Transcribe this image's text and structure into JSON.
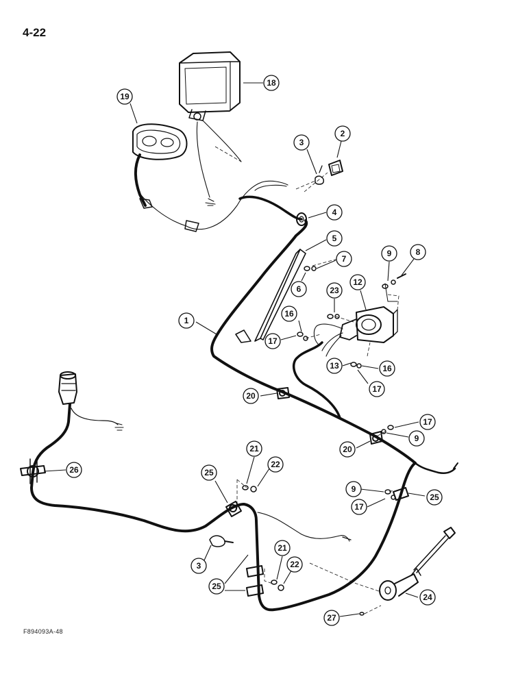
{
  "page_number": "4-22",
  "figure_code": "F894093A-48",
  "callouts": [
    {
      "label": "18"
    },
    {
      "label": "19"
    },
    {
      "label": "3"
    },
    {
      "label": "2"
    },
    {
      "label": "4"
    },
    {
      "label": "5"
    },
    {
      "label": "7"
    },
    {
      "label": "9"
    },
    {
      "label": "8"
    },
    {
      "label": "6"
    },
    {
      "label": "23"
    },
    {
      "label": "12"
    },
    {
      "label": "16"
    },
    {
      "label": "1"
    },
    {
      "label": "17"
    },
    {
      "label": "13"
    },
    {
      "label": "16"
    },
    {
      "label": "17"
    },
    {
      "label": "20"
    },
    {
      "label": "17"
    },
    {
      "label": "9"
    },
    {
      "label": "20"
    },
    {
      "label": "26"
    },
    {
      "label": "21"
    },
    {
      "label": "22"
    },
    {
      "label": "25"
    },
    {
      "label": "9"
    },
    {
      "label": "25"
    },
    {
      "label": "17"
    },
    {
      "label": "3"
    },
    {
      "label": "21"
    },
    {
      "label": "22"
    },
    {
      "label": "25"
    },
    {
      "label": "24"
    },
    {
      "label": "27"
    }
  ]
}
